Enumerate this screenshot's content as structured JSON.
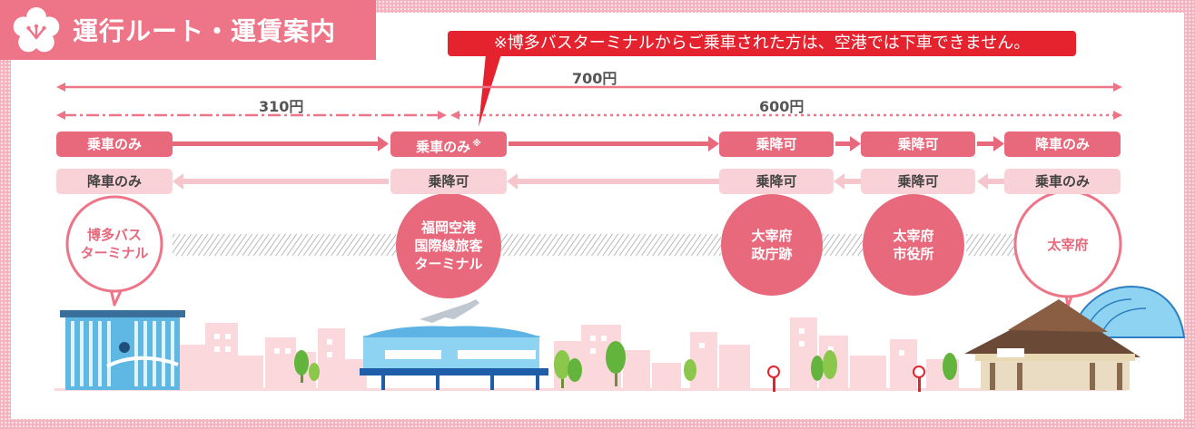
{
  "header": {
    "title": "運行ルート・運賃案内",
    "notice": "※博多バスターミナルからご乗車された方は、空港では下車できません。"
  },
  "fares": {
    "overall": "700円",
    "segment1": "310円",
    "segment2": "600円"
  },
  "outbound": {
    "stop1": "乗車のみ",
    "stop2": "乗車のみ",
    "stop2_mark": "※",
    "stop3": "乗降可",
    "stop4": "乗降可",
    "stop5": "降車のみ"
  },
  "inbound": {
    "stop1": "降車のみ",
    "stop2": "乗降可",
    "stop3": "乗降可",
    "stop4": "乗降可",
    "stop5": "乗車のみ"
  },
  "stops": {
    "hakata": "博多バス\nターミナル",
    "airport": "福岡空港\n国際線旅客\nターミナル",
    "seichoato": "大宰府\n政庁跡",
    "shiyakusho": "太宰府\n市役所",
    "dazaifu": "太宰府"
  },
  "colors": {
    "brand_pink": "#ee7487",
    "pill_dark": "#e8687c",
    "pill_light": "#f9d2d7",
    "notice_red": "#e4232f"
  }
}
